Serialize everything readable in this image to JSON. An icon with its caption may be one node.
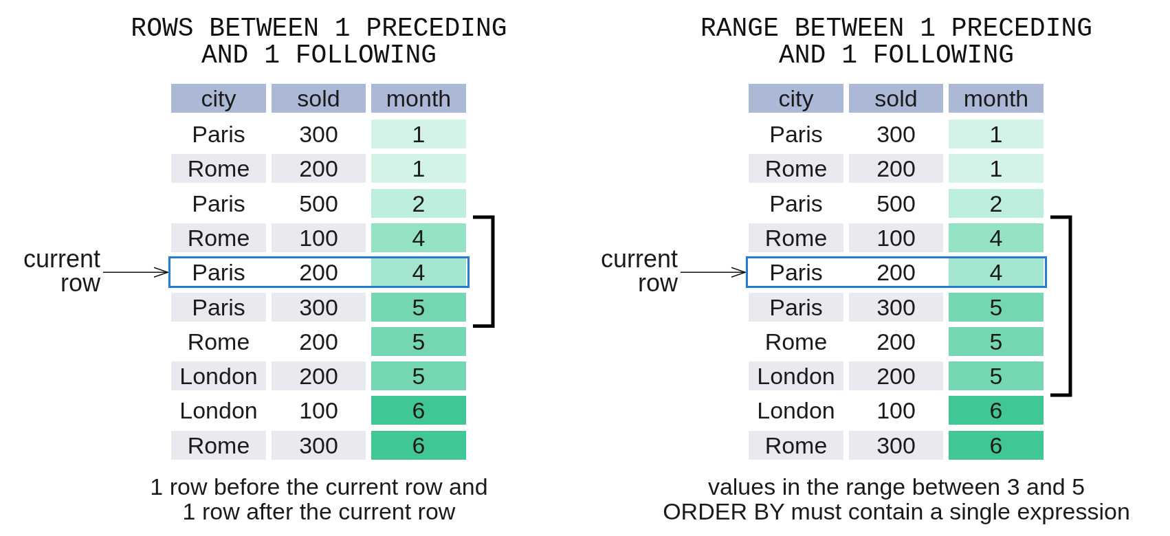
{
  "diagram": {
    "nodes": [
      {
        "text": [
          "current row"
        ]
      },
      {
        "text": [],
        "shape": "box"
      },
      {
        "text": [
          "current row"
        ]
      },
      {
        "text": [],
        "shape": "box"
      }
    ],
    "edges": [
      {
        "from": 0,
        "to": 1,
        "arrow": "to"
      },
      {
        "from": 2,
        "to": 3,
        "arrow": "to"
      }
    ],
    "labels": [
      "ROWS BETWEEN 1 PRECEDING AND 1 FOLLOWING",
      "city",
      "sold",
      "month",
      "Paris",
      "300",
      "1",
      "Rome",
      "200",
      "1",
      "Paris",
      "500",
      "2",
      "Rome",
      "100",
      "4",
      "Paris",
      "200",
      "4",
      "Paris",
      "300",
      "5",
      "Rome",
      "200",
      "5",
      "London",
      "200",
      "5",
      "London",
      "100",
      "6",
      "Rome",
      "300",
      "6",
      "1 row before the current row and 1 row after the current row",
      "RANGE BETWEEN 1 PRECEDING AND 1 FOLLOWING",
      "city",
      "sold",
      "month",
      "Paris",
      "300",
      "1",
      "Rome",
      "200",
      "1",
      "Paris",
      "500",
      "2",
      "Rome",
      "100",
      "4",
      "Paris",
      "200",
      "4",
      "Paris",
      "300",
      "5",
      "Rome",
      "200",
      "5",
      "London",
      "200",
      "5",
      "London",
      "100",
      "6",
      "Rome",
      "300",
      "6",
      "values in the range between 3 and 5",
      "ORDER BY must contain a single expression"
    ]
  }
}
